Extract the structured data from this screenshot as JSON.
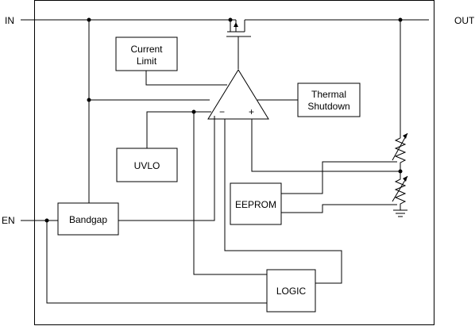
{
  "pins": {
    "in": "IN",
    "out": "OUT",
    "en": "EN"
  },
  "blocks": {
    "current_limit": [
      "Current",
      "Limit"
    ],
    "thermal_shutdown": [
      "Thermal",
      "Shutdown"
    ],
    "uvlo": "UVLO",
    "bandgap": "Bandgap",
    "eeprom": "EEPROM",
    "logic": "LOGIC"
  },
  "amplifier": {
    "minus": "−",
    "plus": "+"
  }
}
